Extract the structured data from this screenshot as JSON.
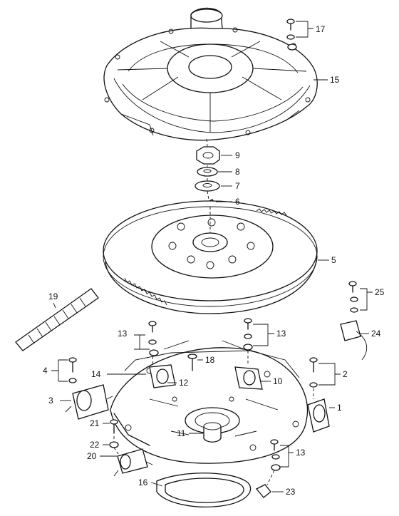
{
  "callouts": [
    {
      "id": "c1",
      "text": "1"
    },
    {
      "id": "c2",
      "text": "2"
    },
    {
      "id": "c3",
      "text": "3"
    },
    {
      "id": "c4",
      "text": "4"
    },
    {
      "id": "c5",
      "text": "5"
    },
    {
      "id": "c6",
      "text": "6"
    },
    {
      "id": "c7",
      "text": "7"
    },
    {
      "id": "c8",
      "text": "8"
    },
    {
      "id": "c9",
      "text": "9"
    },
    {
      "id": "c10",
      "text": "10"
    },
    {
      "id": "c11",
      "text": "11"
    },
    {
      "id": "c12",
      "text": "12"
    },
    {
      "id": "c13a",
      "text": "13"
    },
    {
      "id": "c13b",
      "text": "13"
    },
    {
      "id": "c13c",
      "text": "13"
    },
    {
      "id": "c14",
      "text": "14"
    },
    {
      "id": "c15",
      "text": "15"
    },
    {
      "id": "c16",
      "text": "16"
    },
    {
      "id": "c17",
      "text": "17"
    },
    {
      "id": "c18",
      "text": "18"
    },
    {
      "id": "c19",
      "text": "19"
    },
    {
      "id": "c20",
      "text": "20"
    },
    {
      "id": "c21",
      "text": "21"
    },
    {
      "id": "c22",
      "text": "22"
    },
    {
      "id": "c23",
      "text": "23"
    },
    {
      "id": "c24",
      "text": "24"
    },
    {
      "id": "c25",
      "text": "25"
    }
  ]
}
